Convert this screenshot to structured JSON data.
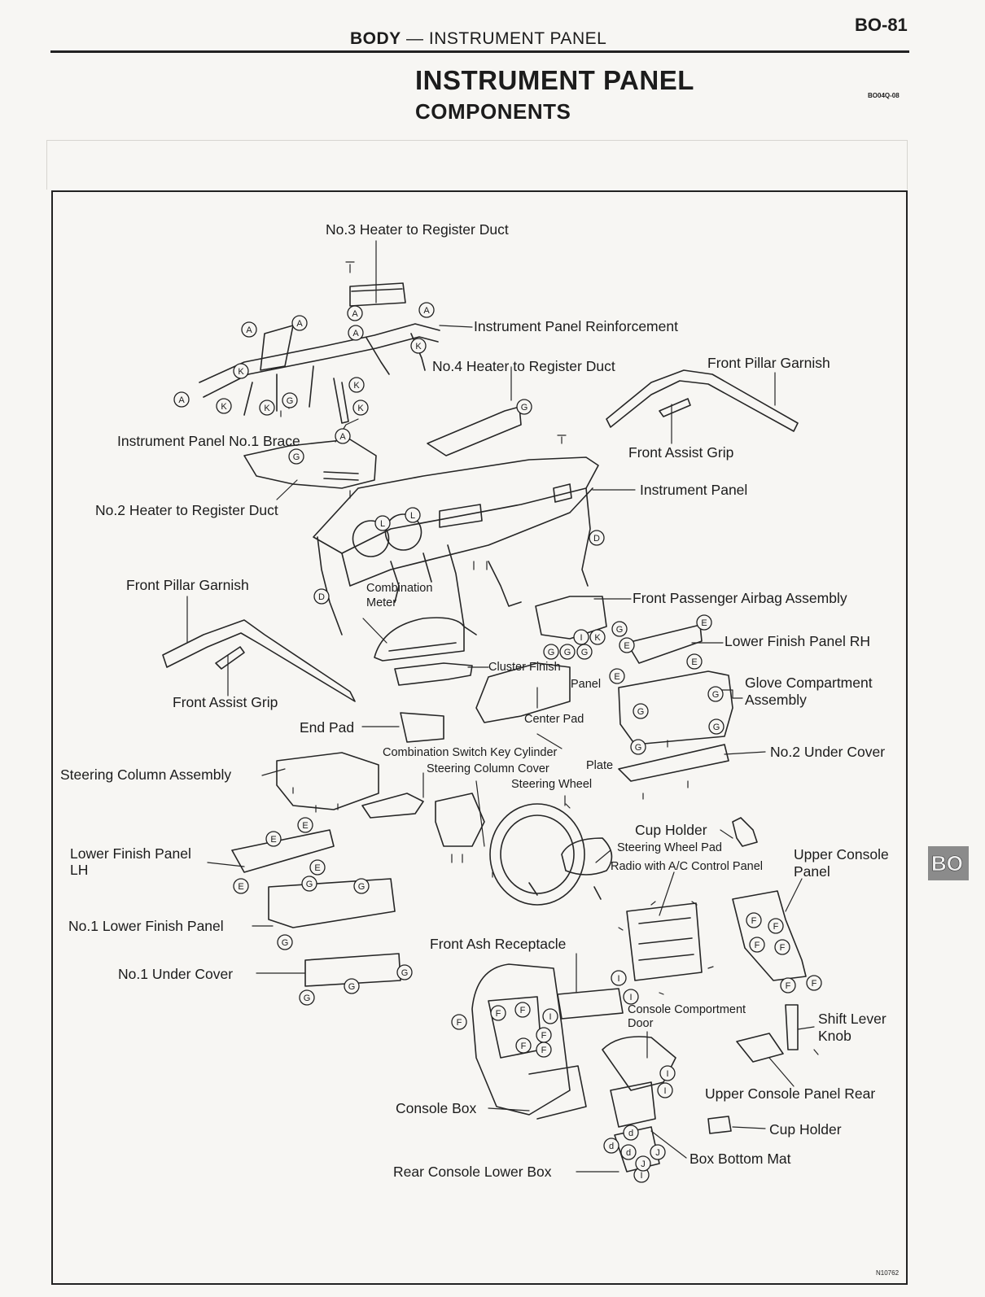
{
  "header": {
    "section": "BODY",
    "dash": "—",
    "subsection": "INSTRUMENT PANEL",
    "page_number": "BO-81"
  },
  "title": {
    "main": "INSTRUMENT PANEL",
    "sub": "COMPONENTS",
    "doc_code": "BO04Q-08"
  },
  "side_tab": "BO",
  "sheet_code": "N10762",
  "labels": {
    "no3_heater_duct": "No.3 Heater to Register Duct",
    "ip_reinforcement": "Instrument Panel Reinforcement",
    "no4_heater_duct": "No.4 Heater to Register Duct",
    "front_pillar_garnish_right": "Front Pillar Garnish",
    "ip_no1_brace": "Instrument Panel No.1 Brace",
    "front_assist_grip_right": "Front Assist Grip",
    "instrument_panel": "Instrument Panel",
    "no2_heater_duct": "No.2 Heater to Register Duct",
    "front_pillar_garnish_left": "Front Pillar Garnish",
    "combination_meter_1": "Combination",
    "combination_meter_2": "Meter",
    "front_passenger_airbag": "Front Passenger Airbag Assembly",
    "lower_finish_panel_rh": "Lower Finish Panel RH",
    "cluster_finish": "Cluster Finish",
    "panel": "Panel",
    "glove_compartment_1": "Glove Compartment",
    "glove_compartment_2": "Assembly",
    "front_assist_grip_left": "Front Assist Grip",
    "center_pad": "Center Pad",
    "end_pad": "End Pad",
    "combination_switch_key_cylinder": "Combination Switch Key Cylinder",
    "plate": "Plate",
    "no2_under_cover": "No.2 Under Cover",
    "steering_column_cover": "Steering Column Cover",
    "steering_column_assembly": "Steering Column Assembly",
    "steering_wheel": "Steering Wheel",
    "cup_holder_upper": "Cup Holder",
    "steering_wheel_pad": "Steering Wheel Pad",
    "upper_console_panel_1": "Upper Console",
    "upper_console_panel_2": "Panel",
    "lower_finish_panel_lh_1": "Lower Finish Panel",
    "lower_finish_panel_lh_2": "LH",
    "radio_ac_control_panel": "Radio with A/C Control Panel",
    "no1_lower_finish_panel": "No.1 Lower Finish Panel",
    "front_ash_receptacle": "Front Ash Receptacle",
    "no1_under_cover": "No.1 Under Cover",
    "console_compartment_door_1": "Console Comportment",
    "console_compartment_door_2": "Door",
    "shift_lever_knob_1": "Shift Lever",
    "shift_lever_knob_2": "Knob",
    "upper_console_panel_rear": "Upper Console Panel Rear",
    "console_box": "Console Box",
    "cup_holder_lower": "Cup Holder",
    "box_bottom_mat": "Box Bottom Mat",
    "rear_console_lower_box": "Rear Console Lower Box"
  },
  "clip_codes": {
    "a": "A",
    "d": "D",
    "e": "E",
    "f": "F",
    "g": "G",
    "i": "I",
    "j": "J",
    "k": "K",
    "l": "L",
    "d_small": "d"
  }
}
